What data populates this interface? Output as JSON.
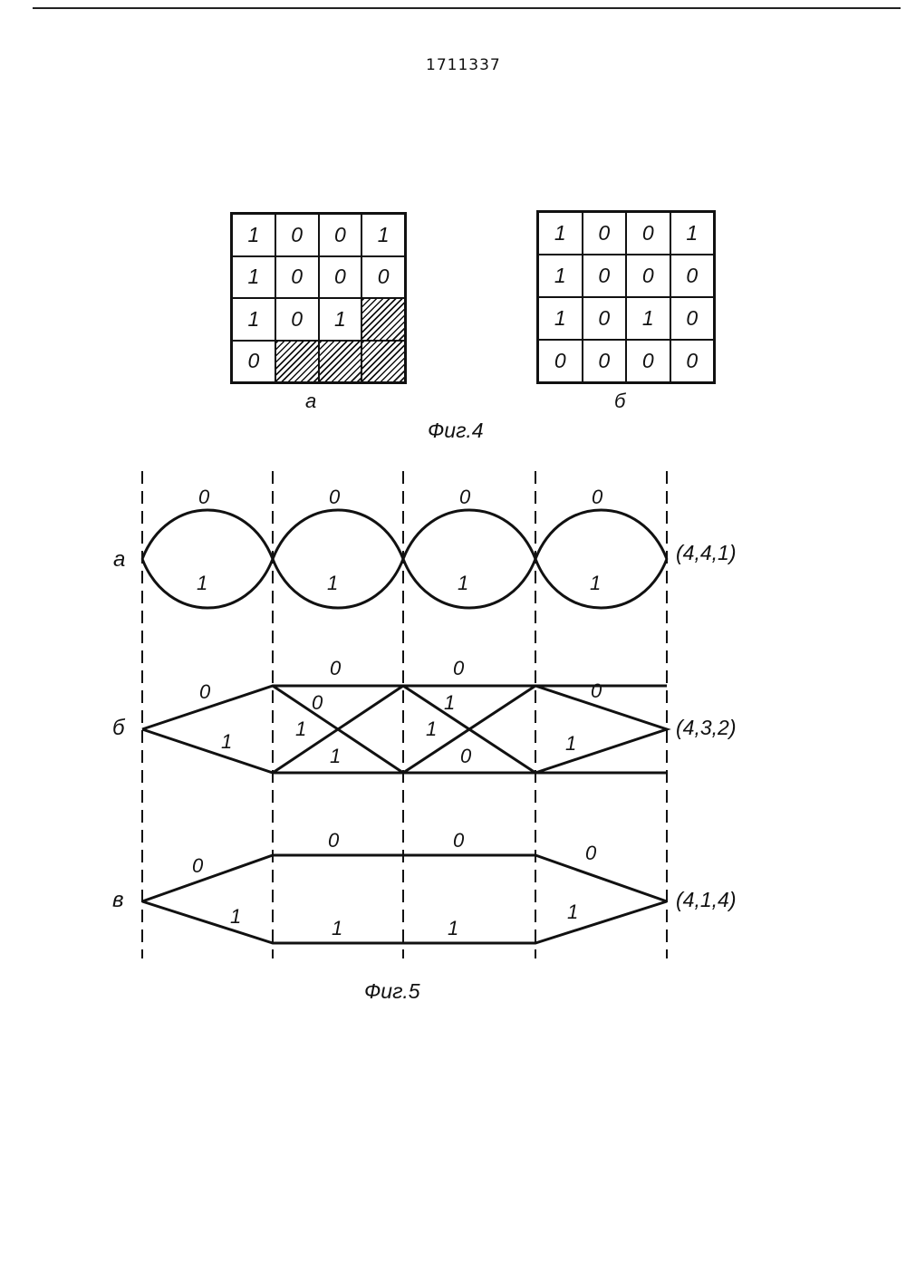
{
  "header": {
    "patent_number": "1711337"
  },
  "fig4": {
    "caption": "Фиг.4",
    "a": {
      "label": "а",
      "cells": [
        [
          "1",
          "0",
          "0",
          "1"
        ],
        [
          "1",
          "0",
          "0",
          "0"
        ],
        [
          "1",
          "0",
          "1",
          ""
        ],
        [
          "0",
          "",
          "",
          ""
        ]
      ],
      "hatched": [
        [
          false,
          false,
          false,
          false
        ],
        [
          false,
          false,
          false,
          false
        ],
        [
          false,
          false,
          false,
          true
        ],
        [
          false,
          true,
          true,
          true
        ]
      ]
    },
    "b": {
      "label": "б",
      "cells": [
        [
          "1",
          "0",
          "0",
          "1"
        ],
        [
          "1",
          "0",
          "0",
          "0"
        ],
        [
          "1",
          "0",
          "1",
          "0"
        ],
        [
          "0",
          "0",
          "0",
          "0"
        ]
      ]
    }
  },
  "fig5": {
    "caption": "Фиг.5",
    "rows": [
      {
        "label": "а",
        "triple": "(4,4,1)",
        "upper_labels": [
          "0",
          "0",
          "0",
          "0"
        ],
        "lower_labels": [
          "1",
          "1",
          "1",
          "1"
        ]
      },
      {
        "label": "б",
        "triple": "(4,3,2)",
        "edge_labels": [
          "0",
          "1",
          "0",
          "0",
          "1",
          "1",
          "0",
          "1",
          "1",
          "0",
          "0",
          "1"
        ]
      },
      {
        "label": "в",
        "triple": "(4,1,4)",
        "edge_labels": [
          "0",
          "1",
          "0",
          "0",
          "1",
          "1",
          "0",
          "1"
        ]
      }
    ]
  }
}
